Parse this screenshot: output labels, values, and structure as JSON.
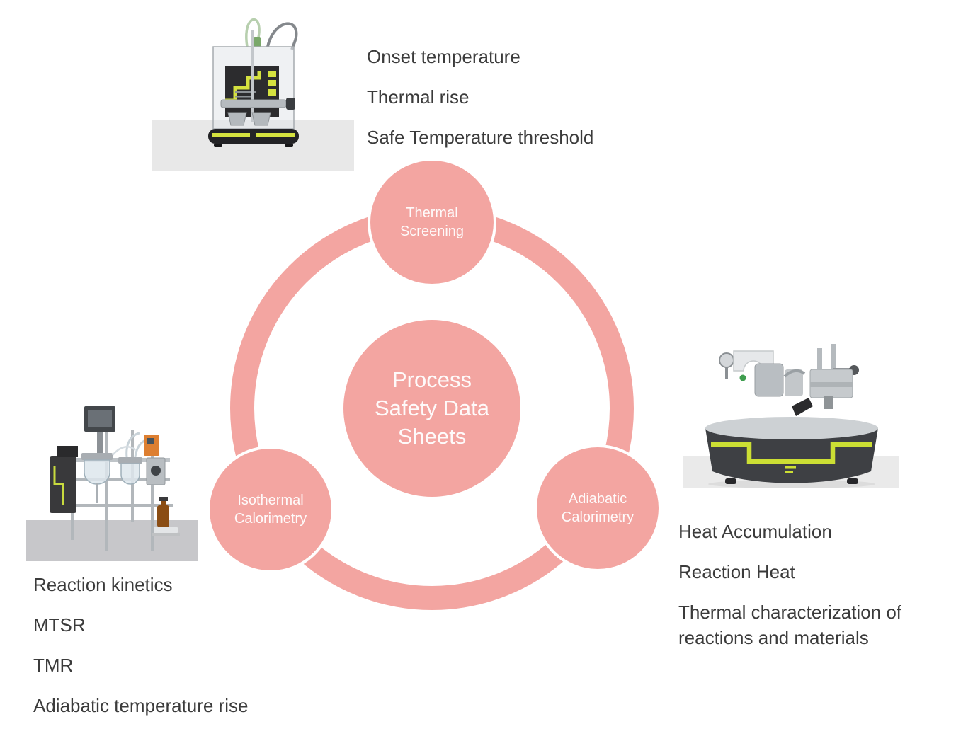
{
  "colors": {
    "accent_pink": "#f3a5a1",
    "node_text": "#ffffff",
    "body_text": "#3b3b3b",
    "accent_yellow_green": "#d5e23f",
    "photo_band_light_gray": "#e8e8e8",
    "photo_platform_gray": "#c7c7ca"
  },
  "diagram": {
    "center_node": {
      "lines": [
        "Process",
        "Safety Data",
        "Sheets"
      ]
    },
    "nodes": {
      "thermal_screening": {
        "lines": [
          "Thermal",
          "Screening"
        ]
      },
      "isothermal_calorimetry": {
        "lines": [
          "Isothermal",
          "Calorimetry"
        ]
      },
      "adiabatic_calorimetry": {
        "lines": [
          "Adiabatic",
          "Calorimetry"
        ]
      }
    }
  },
  "annotations": {
    "thermal_screening": {
      "items": [
        "Onset temperature",
        "Thermal rise",
        "Safe Temperature threshold"
      ]
    },
    "isothermal_calorimetry": {
      "items": [
        "Reaction kinetics",
        "MTSR",
        "TMR",
        "Adiabatic temperature rise"
      ]
    },
    "adiabatic_calorimetry": {
      "items": [
        "Heat Accumulation",
        "Reaction Heat",
        "Thermal characterization of reactions and materials"
      ]
    }
  },
  "images": {
    "thermal_screening_instrument": "thermal-screening-unit-photo",
    "isothermal_instrument": "isothermal-reaction-calorimeter-photo",
    "adiabatic_instrument": "adiabatic-calorimeter-photo"
  }
}
